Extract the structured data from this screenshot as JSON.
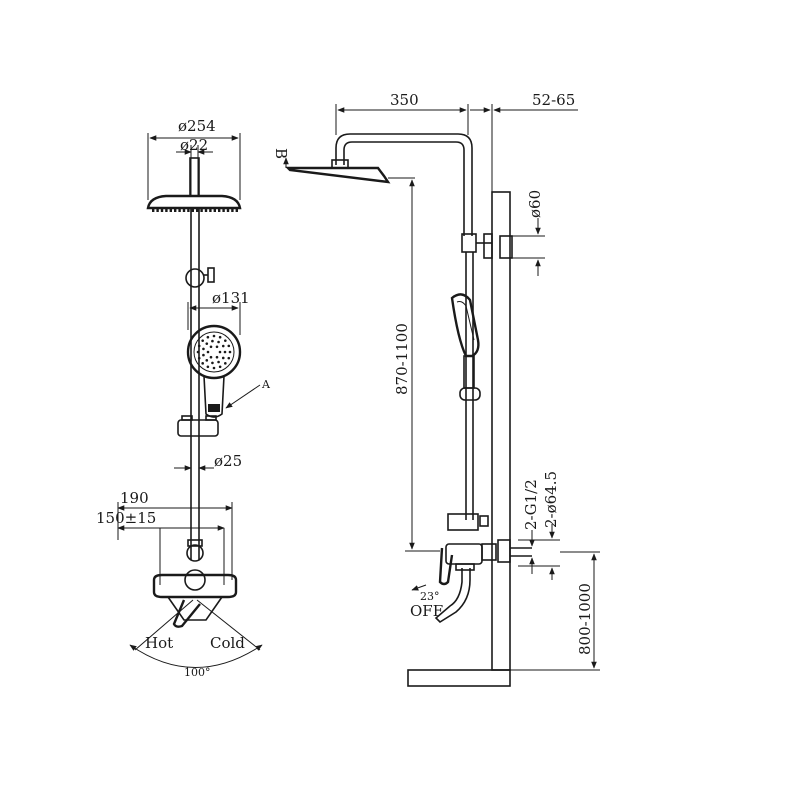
{
  "front_view": {
    "head_diameter": "ø254",
    "arm_diameter": "ø22",
    "handshower_diameter": "ø131",
    "bar_diameter": "ø25",
    "width_190": "190",
    "centers": "150±15",
    "part_label": "A",
    "hot": "Hot",
    "cold": "Cold",
    "angle": "100°"
  },
  "side_view": {
    "reach": "350",
    "wall_gap": "52-65",
    "marker_b": "B",
    "bracket_diameter": "ø60",
    "height_range": "870-1100",
    "thread": "2-G1/2",
    "flange_diameter": "2-ø64.5",
    "lever_angle": "23°",
    "off_label": "OFF",
    "install_height": "800-1000"
  }
}
